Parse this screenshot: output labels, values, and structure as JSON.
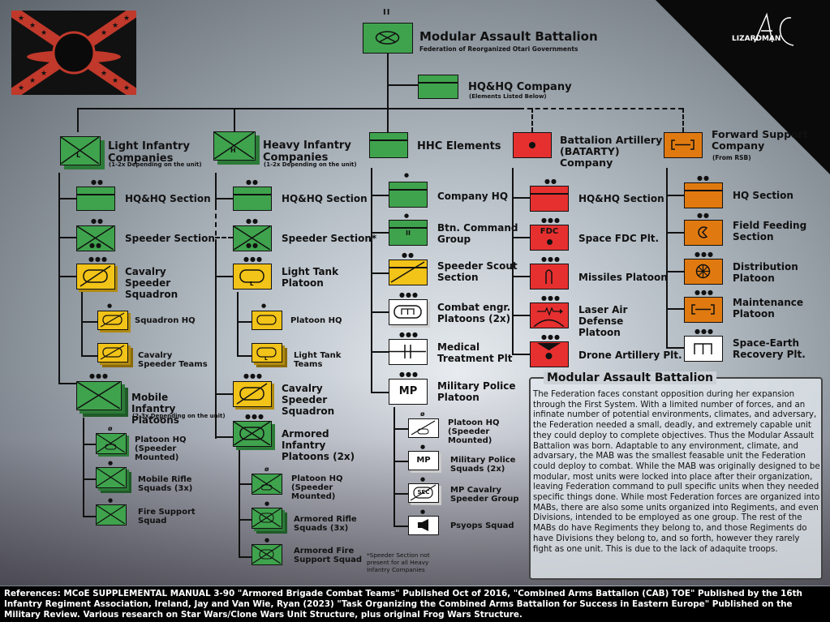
{
  "header": {
    "title": "Modular Assault Battalion",
    "subtitle": "Federation of Reorganized Otari Governments",
    "echelon_mark": "II"
  },
  "hq": {
    "label": "HQ&HQ Company",
    "sub": "(Elements Listed Below)"
  },
  "columns": {
    "light": {
      "label": "Light Infantry Companies",
      "sub": "(1-2x Depending on the unit)",
      "letter": "L",
      "items": [
        "HQ&HQ Section",
        "Speeder Section",
        "Cavalry Speeder Squadron",
        "Squadron HQ",
        "Cavalry Speeder Teams",
        "Mobile Infantry Platoons",
        "Platoon HQ (Speeder Mounted)",
        "Mobile Rifle Squads (3x)",
        "Fire Support Squad"
      ],
      "items_sub": "(2-3x Depending on the unit)"
    },
    "heavy": {
      "label": "Heavy Infantry Companies",
      "sub": "(1-2x Depending on the unit)",
      "letter": "H",
      "items": [
        "HQ&HQ Section",
        "Speeder Section*",
        "Light Tank Platoon",
        "Platoon HQ",
        "Light Tank Teams",
        "Cavalry Speeder Squadron",
        "Armored Infantry Platoons (2x)",
        "Platoon HQ (Speeder Mounted)",
        "Armored Rifle Squads (3x)",
        "Armored Fire Support Squad"
      ],
      "note": "*Speeder Section not present for all Heavy Infantry Companies"
    },
    "hhc": {
      "label": "HHC Elements",
      "items": [
        "Company HQ",
        "Btn. Command Group",
        "Speeder Scout Section",
        "Combat engr. Platoons (2x)",
        "Medical Treatment Plt",
        "Military Police Platoon",
        "Platoon HQ (Speeder Mounted)",
        "Military Police Squads (2x)",
        "MP Cavalry Speeder Group",
        "Psyops Squad"
      ],
      "btn_cmd_mark": "II",
      "mp_mark": "MP",
      "sec_mark": "SEC"
    },
    "artillery": {
      "label": "Battalion Artillery (BATARTY) Company",
      "items": [
        "HQ&HQ Section",
        "Space FDC Plt.",
        "Missiles Platoon",
        "Laser Air Defense Platoon",
        "Drone Artillery Plt."
      ],
      "fdc_mark": "FDC"
    },
    "support": {
      "label": "Forward Support Company",
      "sub": "(From RSB)",
      "items": [
        "HQ Section",
        "Field Feeding Section",
        "Distribution Platoon",
        "Maintenance Platoon",
        "Space-Earth Recovery Plt."
      ]
    }
  },
  "description": {
    "title": "Modular Assault Battalion",
    "text": "The Federation faces constant opposition during her expansion through the First System. With a limited number of forces, and an infinate number of potential environments, climates, and adversary, the Federation needed a small, deadly, and extremely capable unit they could deploy to complete objectives. Thus the Modular Assault Battalion was born. Adaptable to any environment, climate, and advarsary, the MAB was the smallest feasable unit the Federation could deploy to combat. While the MAB was originally designed to be modular, most units were locked into place after their organization, leaving Federation command to pull specific units when they needed specific things done. While most Federation forces are organized into MABs, there are also some units organized into Regiments, and even Divisions, intended to be employed as one group. The rest of the MABs do have Regiments they belong to, and those Regiments do have Divisions they belong to, and so forth, however they rarely fight as one unit. This is due to the lack of adaquite troops."
  },
  "footer": {
    "text": "References: MCoE SUPPLEMENTAL MANUAL 3-90 \"Armored Brigade Combat Teams\" Published Oct of 2016, \"Combined Arms Battalion (CAB) TOE\" Published by the 16th Infantry Regiment Association, Ireland, Jay and Van Wie, Ryan (2023) \"Task Organizing the Combined Arms Battalion for Success in Eastern Europe\" Published on the Military Review. Various research on Star Wars/Clone Wars Unit Structure, plus original Frog Wars Structure."
  },
  "signature": "LIZARDMAN",
  "colors": {
    "infantry": "#3fa34d",
    "armor": "#f2c318",
    "artillery": "#e63030",
    "support": "#e07a10"
  }
}
